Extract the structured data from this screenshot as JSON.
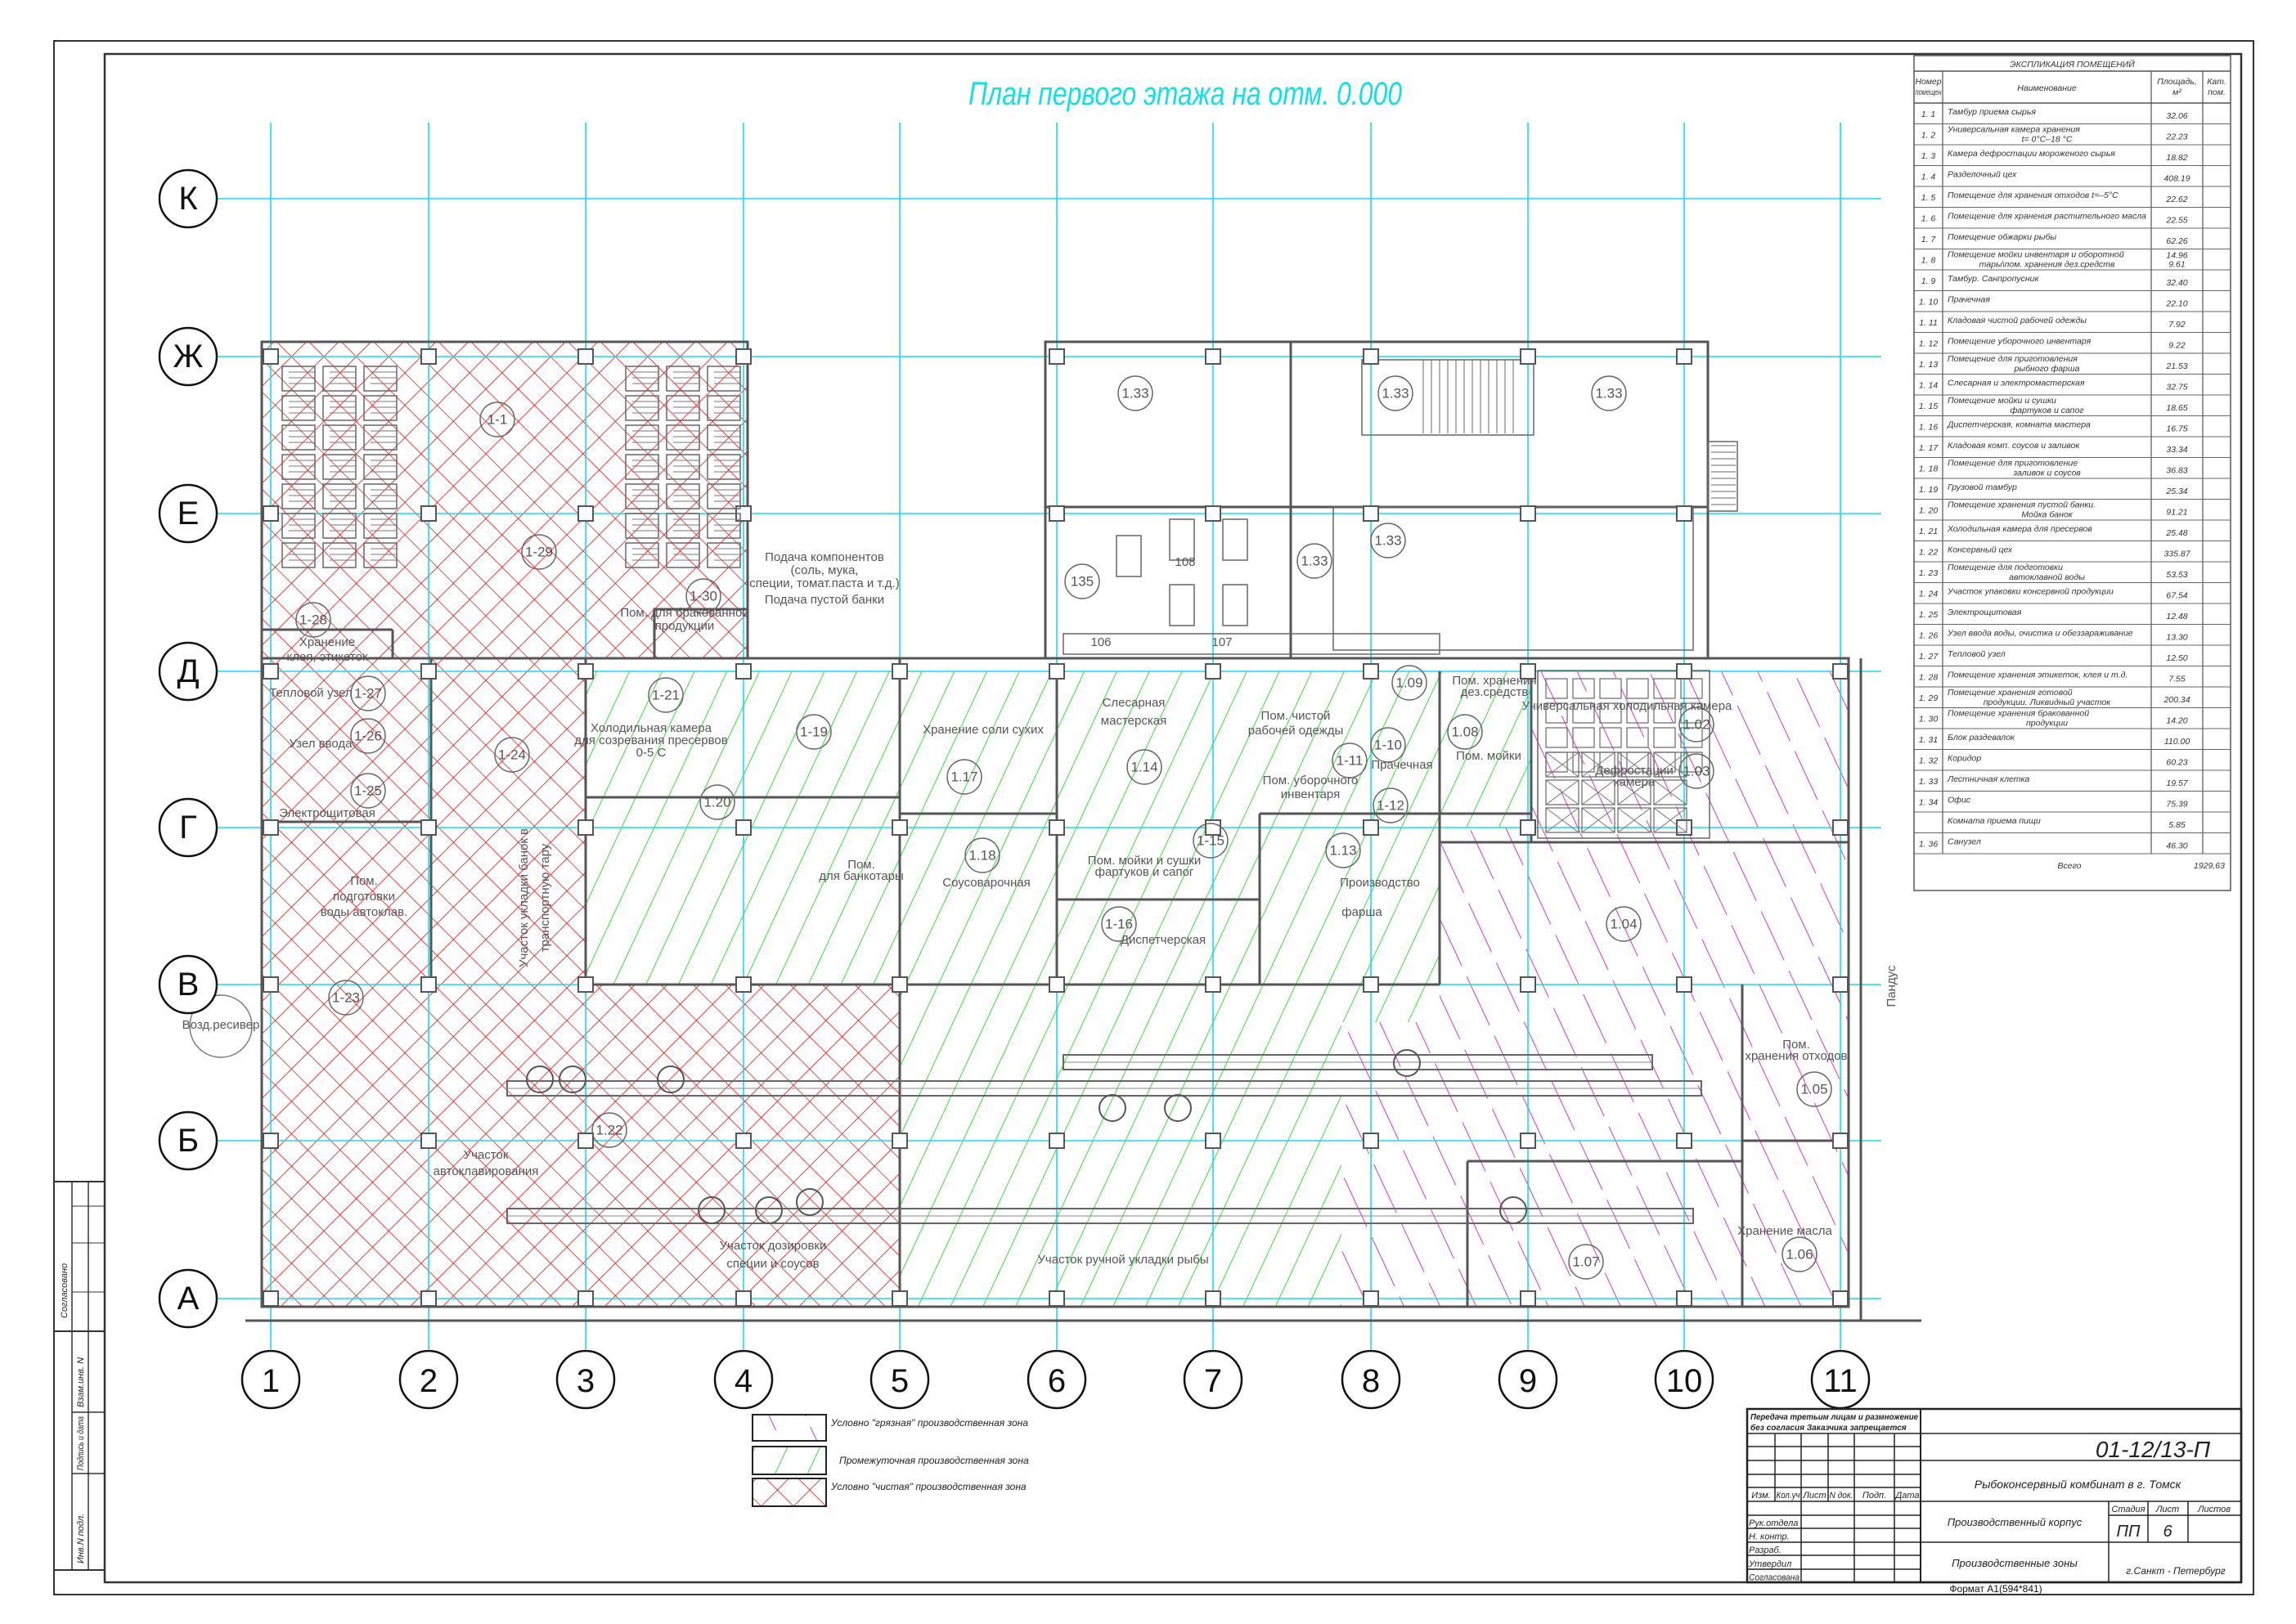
{
  "plan_title": "План первого этажа на отм. 0.000",
  "axes": {
    "rows": [
      "К",
      "Ж",
      "Е",
      "Д",
      "Г",
      "В",
      "Б",
      "А"
    ],
    "columns": [
      "1",
      "2",
      "3",
      "4",
      "5",
      "6",
      "7",
      "8",
      "9",
      "10",
      "11"
    ]
  },
  "plan": {
    "tags": [
      "1-1",
      "1-29",
      "1-30",
      "1-28",
      "1-27",
      "1-26",
      "1-25",
      "1-24",
      "1-21",
      "1.20",
      "1-23",
      "1.22",
      "135",
      "1.33",
      "1.33",
      "1.33",
      "1.33",
      "1.33",
      "1-19",
      "1.17",
      "1.14",
      "1-11",
      "1-12",
      "1-10",
      "1.09",
      "1.08",
      "1.02",
      "1.03",
      "1.13",
      "1.18",
      "1-15",
      "1-16",
      "1.04",
      "1.05",
      "1.06",
      "1.07"
    ],
    "labels": [
      [
        "Хранение",
        "клея, этикеток"
      ],
      [
        "Пом. для бракованной",
        "продукции"
      ],
      [
        "Тепловой узел"
      ],
      [
        "Узел ввода"
      ],
      [
        "Электрощитовая"
      ],
      [
        "Холодильная камера",
        "для созревания пресервов",
        "0-5 С"
      ],
      [
        "Пом.",
        "подготовки",
        "воды автоклав."
      ],
      [
        "Участок укладки банок в",
        "транспортную тару"
      ],
      [
        "Возд.ресивер"
      ],
      [
        "Участок",
        "автоклавирования"
      ],
      [
        "Участок  дозировки",
        "специи и соусов"
      ],
      [
        "Участок ручной укладки рыбы"
      ],
      [
        "Подача компонентов",
        "(соль, мука,",
        "специи, томат.паста и т.д.)"
      ],
      [
        "Подача пустой банки"
      ],
      [
        "108"
      ],
      [
        "106"
      ],
      [
        "107"
      ],
      [
        "Хранение  соли сухих"
      ],
      [
        "Слесарная",
        "мастерская"
      ],
      [
        "Пом. чистой",
        "рабочей одежды"
      ],
      [
        "Пом. уборочного",
        "инвентаря"
      ],
      [
        "Прачечная"
      ],
      [
        "Пом. хранения",
        "дез.средств"
      ],
      [
        "Пом. мойки"
      ],
      [
        "Универсальная холодильная камера"
      ],
      [
        "Дефростации",
        "камера"
      ],
      [
        "Производство"
      ],
      [
        "фарша"
      ],
      [
        "Соусоварочная"
      ],
      [
        "Пом. мойки и сушки",
        "фартуков и сапог"
      ],
      [
        "Пом.",
        "для банкотары"
      ],
      [
        "Диспетчерская"
      ],
      [
        "Пом.",
        "хранения отходов"
      ],
      [
        "Хранение  масла"
      ],
      [
        "Пандус"
      ]
    ]
  },
  "explication": {
    "title": "ЭКСПЛИКАЦИЯ  ПОМЕЩЕНИЙ",
    "headers": {
      "number": [
        "Номер",
        "помещен"
      ],
      "name": "Наименование",
      "area": [
        "Площадь,",
        "м²"
      ],
      "category": [
        "Кат.",
        "пом."
      ]
    },
    "rows": [
      {
        "num": "1. 1",
        "name": [
          "Тамбур  приема  сырья"
        ],
        "area": [
          "32.06"
        ]
      },
      {
        "num": "1. 2",
        "name": [
          "Универсальная  камера  хранения",
          "t=  0°С–18  °С"
        ],
        "area": [
          "22.23"
        ]
      },
      {
        "num": "1. 3",
        "name": [
          "Камера  дефростации  мороженого  сырья"
        ],
        "area": [
          "18.82"
        ]
      },
      {
        "num": "1. 4",
        "name": [
          "Разделочный  цех"
        ],
        "area": [
          "408.19"
        ]
      },
      {
        "num": "1. 5",
        "name": [
          "Помещение  для  хранения  отходов  t=–5°С"
        ],
        "area": [
          "22.62"
        ]
      },
      {
        "num": "1. 6",
        "name": [
          "Помещение  для  хранения  растительного  масла"
        ],
        "area": [
          "22.55"
        ]
      },
      {
        "num": "1. 7",
        "name": [
          "Помещение  обжарки  рыбы"
        ],
        "area": [
          "62.26"
        ]
      },
      {
        "num": "1. 8",
        "name": [
          "Помещение  мойки  инвентаря  и  оборотной",
          "тары\\пом.  хранения  дез.средств"
        ],
        "area": [
          "14.96",
          "9.61"
        ]
      },
      {
        "num": "1. 9",
        "name": [
          "Тамбур.  Санпропусник"
        ],
        "area": [
          "32.40"
        ]
      },
      {
        "num": "1. 10",
        "name": [
          "Прачечная"
        ],
        "area": [
          "22.10"
        ]
      },
      {
        "num": "1. 11",
        "name": [
          "Кладовая  чистой  рабочей  одежды"
        ],
        "area": [
          "7.92"
        ]
      },
      {
        "num": "1. 12",
        "name": [
          "Помещение  уборочного  инвентаря"
        ],
        "area": [
          "9.22"
        ]
      },
      {
        "num": "1. 13",
        "name": [
          "Помещение  для  приготовления",
          "рыбного  фарша"
        ],
        "area": [
          "21.53"
        ]
      },
      {
        "num": "1. 14",
        "name": [
          "Слесарная  и  электромастерская"
        ],
        "area": [
          "32.75"
        ]
      },
      {
        "num": "1. 15",
        "name": [
          "Помещение  мойки  и  сушки",
          "фартуков  и  сапог"
        ],
        "area": [
          "18.65"
        ]
      },
      {
        "num": "1. 16",
        "name": [
          "Диспетчерская,  комната  мастера"
        ],
        "area": [
          "16.75"
        ]
      },
      {
        "num": "1. 17",
        "name": [
          "Кладовая  комп.  соусов  и  заливок"
        ],
        "area": [
          "33.34"
        ]
      },
      {
        "num": "1. 18",
        "name": [
          "Помещение  для  приготовление",
          "заливок  и  соусов"
        ],
        "area": [
          "36.83"
        ]
      },
      {
        "num": "1. 19",
        "name": [
          "Грузовой  тамбур"
        ],
        "area": [
          "25.34"
        ]
      },
      {
        "num": "1. 20",
        "name": [
          "Помещение  хранения  пустой  банки.",
          "Мойка  банок"
        ],
        "area": [
          "91.21"
        ]
      },
      {
        "num": "1. 21",
        "name": [
          "Холодильная  камера  для  пресервов"
        ],
        "area": [
          "25.48"
        ]
      },
      {
        "num": "1. 22",
        "name": [
          "Консервный  цех"
        ],
        "area": [
          "335.87"
        ]
      },
      {
        "num": "1. 23",
        "name": [
          "Помещение  для  подготовки",
          "автоклавной  воды"
        ],
        "area": [
          "53.53"
        ]
      },
      {
        "num": "1. 24",
        "name": [
          "Участок  упаковки  консервной  продукции"
        ],
        "area": [
          "67.54"
        ]
      },
      {
        "num": "1. 25",
        "name": [
          "Электрощитовая"
        ],
        "area": [
          "12.48"
        ]
      },
      {
        "num": "1. 26",
        "name": [
          "Узел  ввода  воды,  очистка  и  обеззараживание"
        ],
        "area": [
          "13.30"
        ]
      },
      {
        "num": "1. 27",
        "name": [
          "Тепловой  узел"
        ],
        "area": [
          "12.50"
        ]
      },
      {
        "num": "1. 28",
        "name": [
          "Помещение  хранения  этикеток,  клея  и  т.д."
        ],
        "area": [
          "7.55"
        ]
      },
      {
        "num": "1. 29",
        "name": [
          "Помещение  хранения  готовой",
          "продукции.  Ликвидный  участок"
        ],
        "area": [
          "200.34"
        ]
      },
      {
        "num": "1. 30",
        "name": [
          "Помещение  хранения  бракованной",
          "продукции"
        ],
        "area": [
          "14.20"
        ]
      },
      {
        "num": "1. 31",
        "name": [
          "Блок  раздевалок"
        ],
        "area": [
          "110.00"
        ]
      },
      {
        "num": "1. 32",
        "name": [
          "Коридор"
        ],
        "area": [
          "60.23"
        ]
      },
      {
        "num": "1. 33",
        "name": [
          "Лестничная  клетка"
        ],
        "area": [
          "19.57"
        ]
      },
      {
        "num": "1. 34",
        "name": [
          "Офис"
        ],
        "area": [
          "75.39"
        ]
      },
      {
        "num": "",
        "name": [
          "Комната  приема  пищи"
        ],
        "area": [
          "5.85"
        ]
      },
      {
        "num": "1. 36",
        "name": [
          "Санузел"
        ],
        "area": [
          "46.30"
        ]
      }
    ],
    "total_label": "Всего",
    "total": "1929,63"
  },
  "legend": [
    {
      "label": "Условно  \"грязная\" производственная зона",
      "zone": "dirty"
    },
    {
      "label": "Промежуточная производственная зона",
      "zone": "intermediate"
    },
    {
      "label": "Условно  \"чистая\" производственная зона",
      "zone": "clean"
    }
  ],
  "title_block": {
    "note": [
      "Передача третьим лицам и размножение",
      "без согласия Заказчика   запрещается"
    ],
    "headers": [
      "Изм.",
      "Кол.уч",
      "Лист",
      "N док.",
      "Подп.",
      "Дата"
    ],
    "roles": [
      "Рук.отдела",
      "Н. контр.",
      "Разраб.",
      "Утвердил",
      "Согласована"
    ],
    "code": "01-12/13-П",
    "project": "Рыбоконсервный  комбинат в г. Томск",
    "building": "Производственный корпус",
    "sheet_title": "Производственные зоны",
    "stage_header": "Стадия",
    "sheet_header": "Лист",
    "sheets_header": "Листов",
    "stage": "ПП",
    "sheet": "6",
    "city": "г.Санкт - Петербург",
    "format": "Формат  А1(594*841)"
  },
  "side_stamp": {
    "agreed": "Согласовано",
    "replace_inv": "Взам.инв.   N",
    "sign_date": "Подпись  и  дата",
    "inv_orig": "Инв.N   подл."
  },
  "colors": {
    "grid": "#10e0e8",
    "clean_zone": "#e01010",
    "intermediate_zone": "#20dd20",
    "dirty_zone": "#cc22cc",
    "title": "#10e0e8"
  }
}
